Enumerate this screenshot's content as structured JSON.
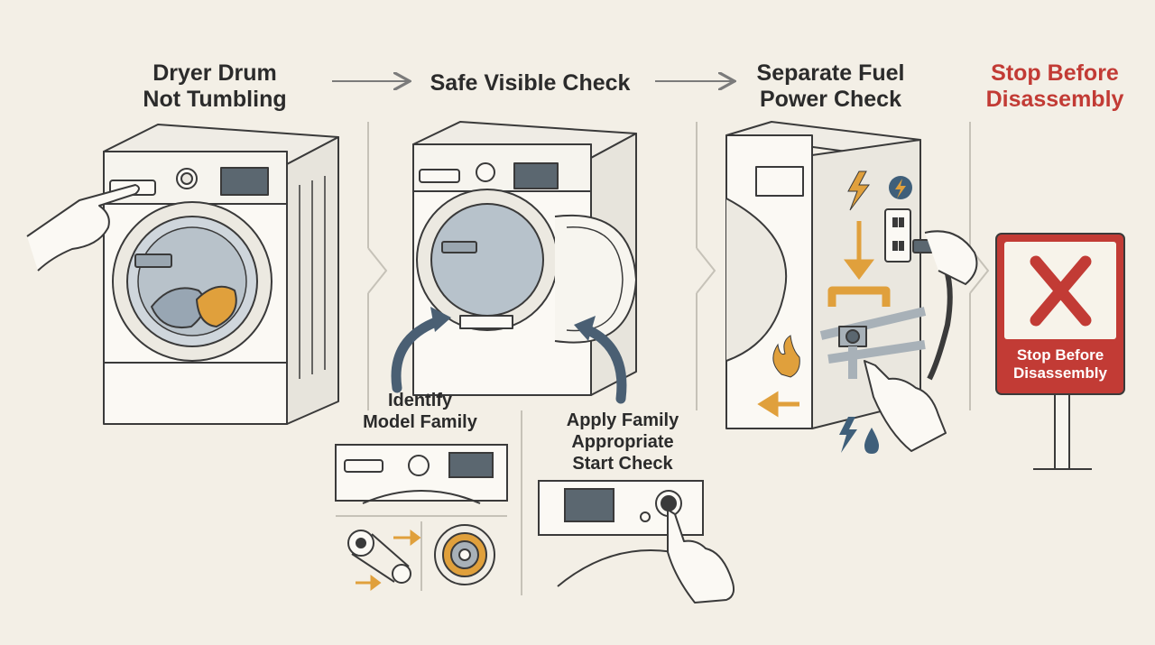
{
  "steps": [
    {
      "title": "Dryer Drum\nNot Tumbling"
    },
    {
      "title": "Safe Visible Check"
    },
    {
      "title": "Separate Fuel\nPower Check"
    },
    {
      "title": "Stop Before\nDisassembly"
    }
  ],
  "callouts": {
    "identify": "Identify\nModel Family",
    "apply": "Apply Family\nAppropriate\nStart Check"
  },
  "sign": {
    "text": "Stop Before\nDisassembly"
  },
  "colors": {
    "background": "#f3efe6",
    "line": "#3a3a3a",
    "accent_orange": "#e0a03c",
    "stop_red": "#c23b35",
    "blue_icon": "#3f5f7a"
  },
  "icons": [
    "arrow-right-icon",
    "lightning-icon",
    "flame-icon",
    "water-drop-icon",
    "x-mark-icon",
    "power-plug-icon"
  ]
}
